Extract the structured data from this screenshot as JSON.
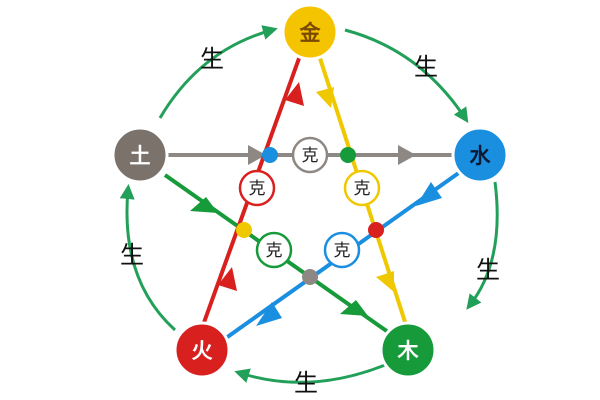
{
  "elements": {
    "metal": {
      "label": "金",
      "color": "#f5c400",
      "text_color": "#7a4a00"
    },
    "water": {
      "label": "水",
      "color": "#1a8fe0",
      "text_color": "#0b1a33"
    },
    "wood": {
      "label": "木",
      "color": "#169a3a",
      "text_color": "#ffffff"
    },
    "fire": {
      "label": "火",
      "color": "#d8201f",
      "text_color": "#ffffff"
    },
    "earth": {
      "label": "土",
      "color": "#7c726c",
      "text_color": "#ffffff"
    }
  },
  "generating_label": "生",
  "controlling_label": "克",
  "colors": {
    "generating_cycle": "#22a05a",
    "arrow_earth_water": "#8e8884",
    "arrow_metal_wood": "#f0c800",
    "arrow_water_fire": "#1a8fe0",
    "arrow_wood_earth": "#169a3a",
    "arrow_fire_metal": "#d8201f"
  }
}
